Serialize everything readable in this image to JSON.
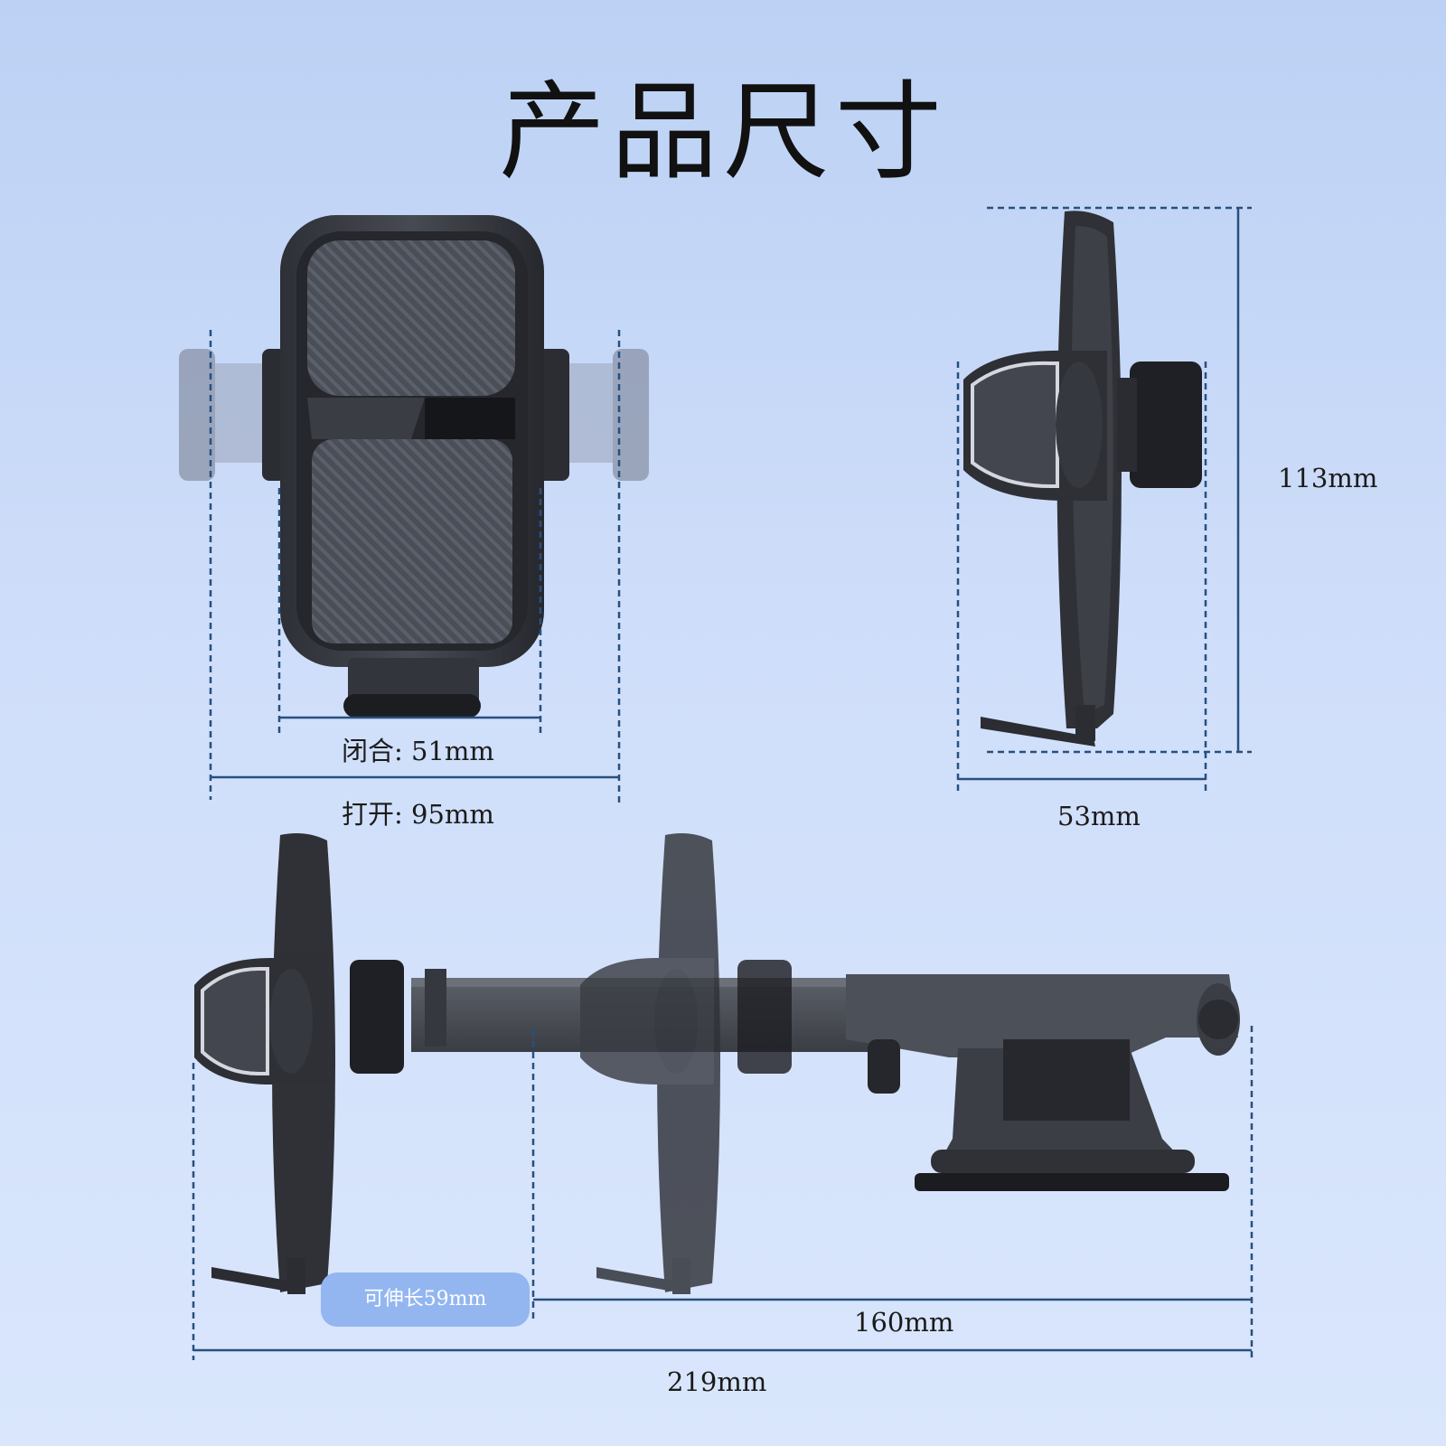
{
  "title": "产品尺寸",
  "labels": {
    "closed": "闭合: 51mm",
    "open": "打开: 95mm",
    "height": "113mm",
    "depth": "53mm",
    "extend": "可伸长59mm",
    "arm": "160mm",
    "total": "219mm"
  },
  "colors": {
    "background": "#cfdefa",
    "dashed_line": "#27507f",
    "product": "#3a3d44",
    "badge": "#93b6f1"
  }
}
